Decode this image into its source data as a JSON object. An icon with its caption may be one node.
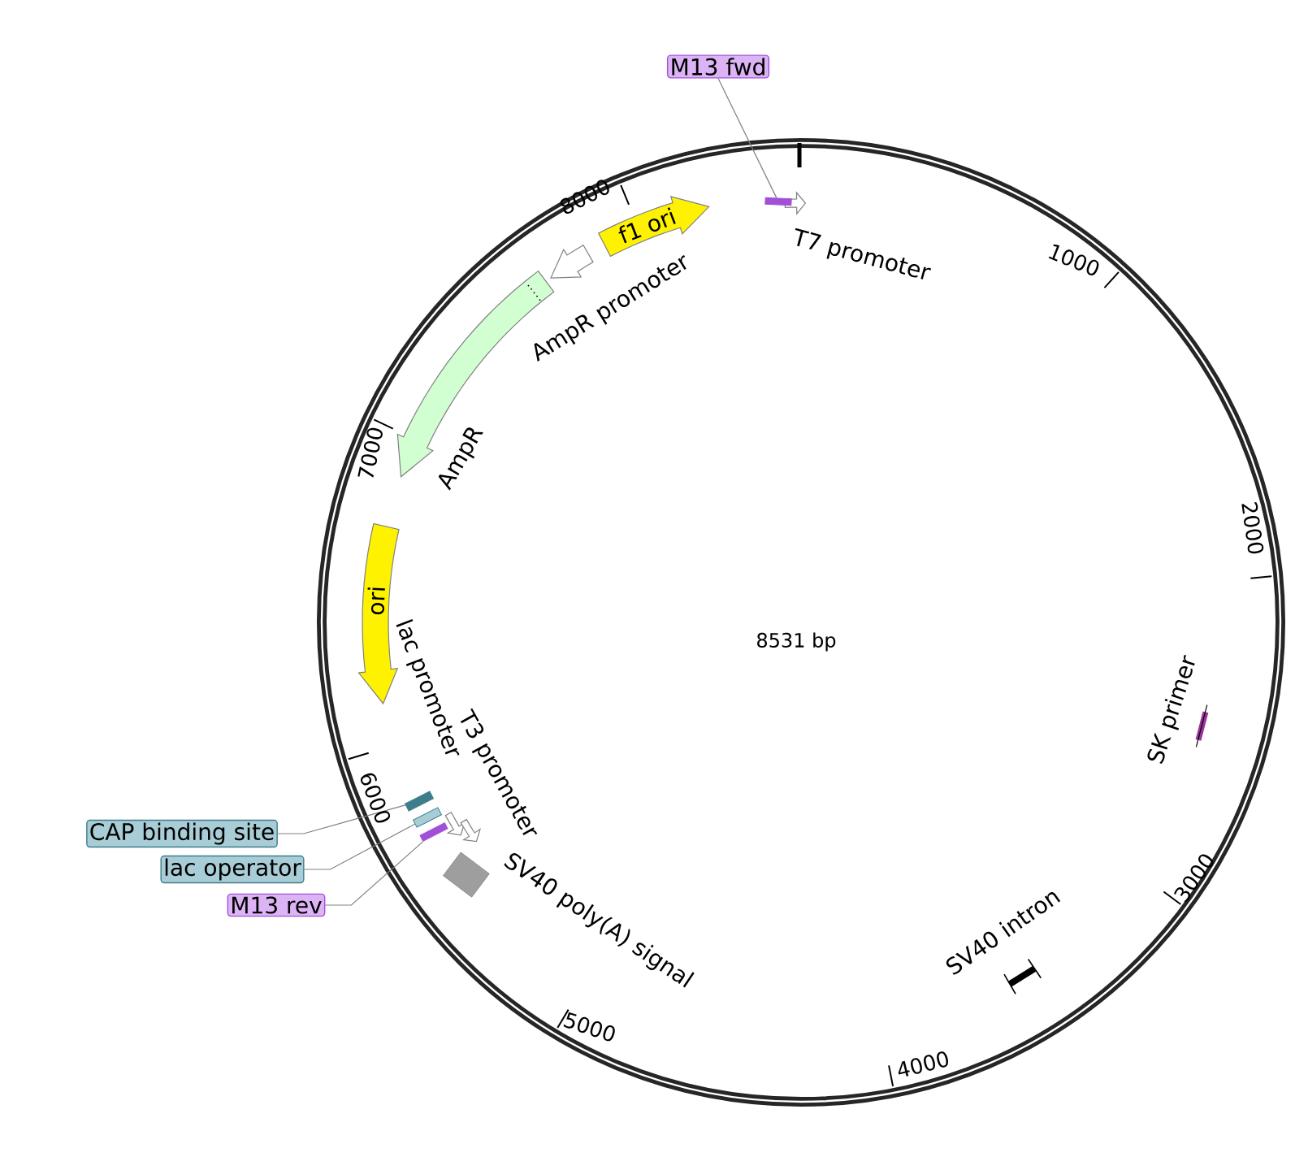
{
  "diagram": {
    "nodes": [
      {
        "text": [
          "M13 fwd"
        ]
      },
      {
        "text": [],
        "shape": "bar"
      },
      {
        "text": [
          "f1 ori"
        ]
      },
      {
        "text": [
          "ori"
        ]
      },
      {
        "text": [
          "CAP binding site"
        ]
      },
      {
        "text": [
          "lac operator"
        ]
      },
      {
        "text": [
          "M13 rev"
        ]
      },
      {
        "text": [],
        "shape": "bar"
      },
      {
        "text": [],
        "shape": "bar"
      },
      {
        "text": [],
        "shape": "bar"
      },
      {
        "text": [],
        "shape": "arrow",
        "beside": [
          "AmpR promoter"
        ]
      }
    ],
    "edges": [
      {
        "from": 0,
        "to": 1,
        "arrow": "none"
      },
      {
        "from": 4,
        "to": 7,
        "arrow": "none"
      },
      {
        "from": 5,
        "to": 8,
        "arrow": "none"
      },
      {
        "from": 6,
        "to": 9,
        "arrow": "none"
      }
    ],
    "labels": [
      "8531 bp",
      "T7 promoter",
      "8000",
      "1000",
      "AmpR",
      "7000",
      "2000",
      "lac promoter",
      "T3 promoter",
      "6000",
      "SK primer",
      "SV40 poly(A) signal",
      "3000",
      "SV40 intron",
      "5000",
      "4000"
    ]
  }
}
